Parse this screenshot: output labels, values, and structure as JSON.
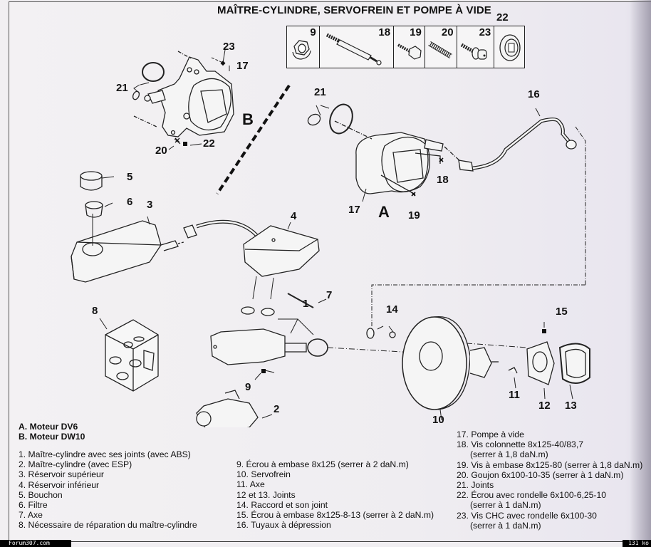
{
  "title": "MAÎTRE-CYLINDRE, SERVOFREIN ET POMPE À VIDE",
  "parts_strip": [
    {
      "number": "9",
      "icon": "flange-nut-icon"
    },
    {
      "number": "18",
      "icon": "column-screw-icon"
    },
    {
      "number": "19",
      "icon": "flange-bolt-icon"
    },
    {
      "number": "20",
      "icon": "stud-icon"
    },
    {
      "number": "23",
      "icon": "socket-screw-washer-icon"
    },
    {
      "number": "22",
      "icon": "nut-washer-icon"
    }
  ],
  "sections": {
    "a": "A",
    "b": "B"
  },
  "callouts": {
    "c1": "1",
    "c2": "2",
    "c3": "3",
    "c4": "4",
    "c5": "5",
    "c6": "6",
    "c7": "7",
    "c8": "8",
    "c9": "9",
    "c10": "10",
    "c11": "11",
    "c12": "12",
    "c13": "13",
    "c14": "14",
    "c15": "15",
    "c16": "16",
    "c17a": "17",
    "c17b": "17",
    "c18": "18",
    "c19": "19",
    "c20": "20",
    "c21a": "21",
    "c21b": "21",
    "c22": "22",
    "c23": "23"
  },
  "legend": {
    "engines": [
      "A. Moteur DV6",
      "B. Moteur DW10"
    ],
    "col1": [
      "1. Maître-cylindre avec ses joints (avec ABS)",
      "2. Maître-cylindre (avec ESP)",
      "3. Réservoir supérieur",
      "4. Réservoir inférieur",
      "5. Bouchon",
      "6. Filtre",
      "7. Axe",
      "8. Nécessaire de réparation du maître-cylindre"
    ],
    "col2": [
      "9. Écrou à embase 8x125 (serrer à 2 daN.m)",
      "10. Servofrein",
      "11. Axe",
      "12 et 13. Joints",
      "14. Raccord et son joint",
      "15. Écrou à embase 8x125-8-13 (serrer à 2 daN.m)",
      "16. Tuyaux à dépression"
    ],
    "col3": [
      {
        "text": "17. Pompe à vide",
        "indent": false
      },
      {
        "text": "18. Vis colonnette 8x125-40/83,7",
        "indent": false
      },
      {
        "text": "(serrer à 1,8 daN.m)",
        "indent": true
      },
      {
        "text": "19. Vis à embase 8x125-80 (serrer à 1,8 daN.m)",
        "indent": false
      },
      {
        "text": "20. Goujon 6x100-10-35 (serrer à 1 daN.m)",
        "indent": false
      },
      {
        "text": "21. Joints",
        "indent": false
      },
      {
        "text": "22. Écrou avec rondelle 6x100-6,25-10",
        "indent": false
      },
      {
        "text": "(serrer à 1 daN.m)",
        "indent": true
      },
      {
        "text": "23. Vis CHC avec rondelle 6x100-30",
        "indent": false
      },
      {
        "text": "(serrer à 1 daN.m)",
        "indent": true
      }
    ]
  },
  "footer": {
    "site": "Forum307.com",
    "size": "131 ko"
  },
  "colors": {
    "ink": "#111111",
    "paper": "#f1eff2",
    "bar": "#000000"
  }
}
